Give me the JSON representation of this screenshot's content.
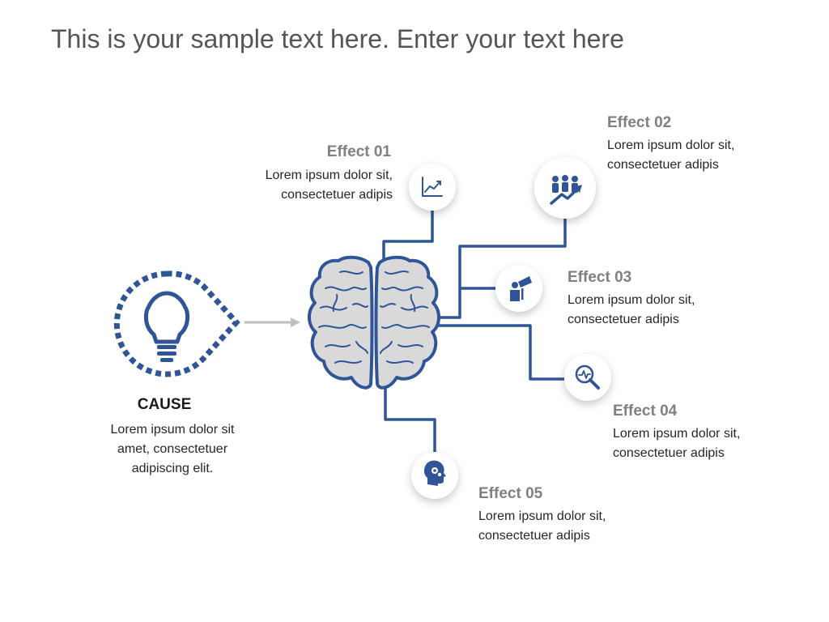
{
  "slide": {
    "title": "This is your sample text here. Enter your text here"
  },
  "cause": {
    "title": "CAUSE",
    "body_lines": [
      "Lorem ipsum dolor sit",
      "amet, consectetuer",
      "adipiscing elit."
    ]
  },
  "effects": [
    {
      "title": "Effect 01",
      "line1": "Lorem ipsum dolor sit,",
      "line2": "consectetuer adipis",
      "icon": "line-chart-icon"
    },
    {
      "title": "Effect 02",
      "line1": "Lorem ipsum dolor sit,",
      "line2": "consectetuer adipis",
      "icon": "team-growth-icon"
    },
    {
      "title": "Effect 03",
      "line1": "Lorem ipsum dolor sit,",
      "line2": "consectetuer adipis",
      "icon": "person-telescope-icon"
    },
    {
      "title": "Effect 04",
      "line1": "Lorem ipsum dolor sit,",
      "line2": "consectetuer adipis",
      "icon": "magnifier-pulse-icon"
    },
    {
      "title": "Effect 05",
      "line1": "Lorem ipsum dolor sit,",
      "line2": "consectetuer adipis",
      "icon": "head-gears-icon"
    }
  ],
  "colors": {
    "accent": "#2f5597",
    "brain_fill": "#d9d9d9",
    "arrow": "#bfbfbf",
    "title_text": "#555555",
    "effect_title": "#808080"
  }
}
